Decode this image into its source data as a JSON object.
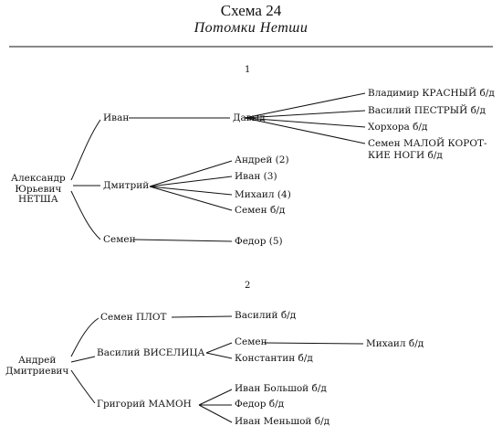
{
  "title": "Схема 24",
  "subtitle": "Потомки Нетши",
  "sections": [
    {
      "number": "1",
      "nodes": {
        "root": "Александр\nЮрьевич\nНЕТША",
        "ivan": "Иван",
        "dmitry": "Дмитрий",
        "semen": "Семен",
        "david": "Давыд",
        "vladimir": "Владимир КРАСНЫЙ б/д",
        "vasily_pestry": "Василий ПЕСТРЫЙ б/д",
        "khorkhora": "Хорхора  б/д",
        "semen_maloy": "Семен МАЛОЙ КОРОТ-",
        "semen_maloy_2": "КИЕ НОГИ б/д",
        "andrey": "Андрей  (2)",
        "ivan3": "Иван  (3)",
        "mikhail4": "Михаил  (4)",
        "semen_bd": "Семен б/д",
        "fedor5": "Федор  (5)"
      }
    },
    {
      "number": "2",
      "nodes": {
        "root": "Андрей\nДмитриевич",
        "semen_plot": "Семен ПЛОТ",
        "vasily_viselitsa": "Василий  ВИСЕЛИЦА",
        "grigory_mamon": "Григорий  МАМОН",
        "vasily_bd": "Василий б/д",
        "semen2": "Семен",
        "mikhail_bd": "Михаил  б/д",
        "konstantin_bd": "Константин б/д",
        "ivan_bolshoy": "Иван Большой б/д",
        "fedor_bd": "Федор б/д",
        "ivan_menshoy": "Иван Меньшой б/д"
      }
    }
  ]
}
